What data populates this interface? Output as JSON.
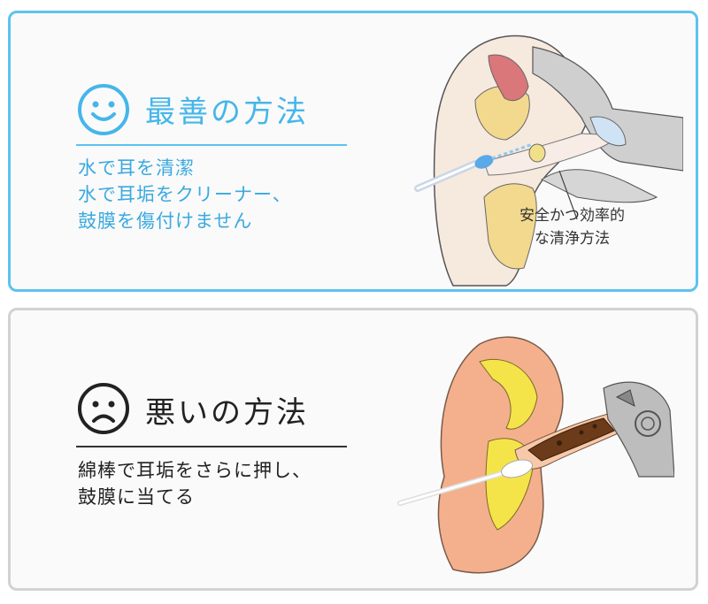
{
  "good": {
    "icon": "smile-face-icon",
    "heading": "最善の方法",
    "lines": [
      "水で耳を清潔",
      "水で耳垢をクリーナー、",
      "鼓膜を傷付けません"
    ],
    "caption": [
      "安全かつ効率的",
      "な清浄方法"
    ],
    "accent": "#45b6ea",
    "border": "#5cc3ef"
  },
  "bad": {
    "icon": "frown-face-icon",
    "heading": "悪いの方法",
    "lines": [
      "綿棒で耳垢をさらに押し、",
      "鼓膜に当てる"
    ],
    "border": "#d2d2d2"
  }
}
